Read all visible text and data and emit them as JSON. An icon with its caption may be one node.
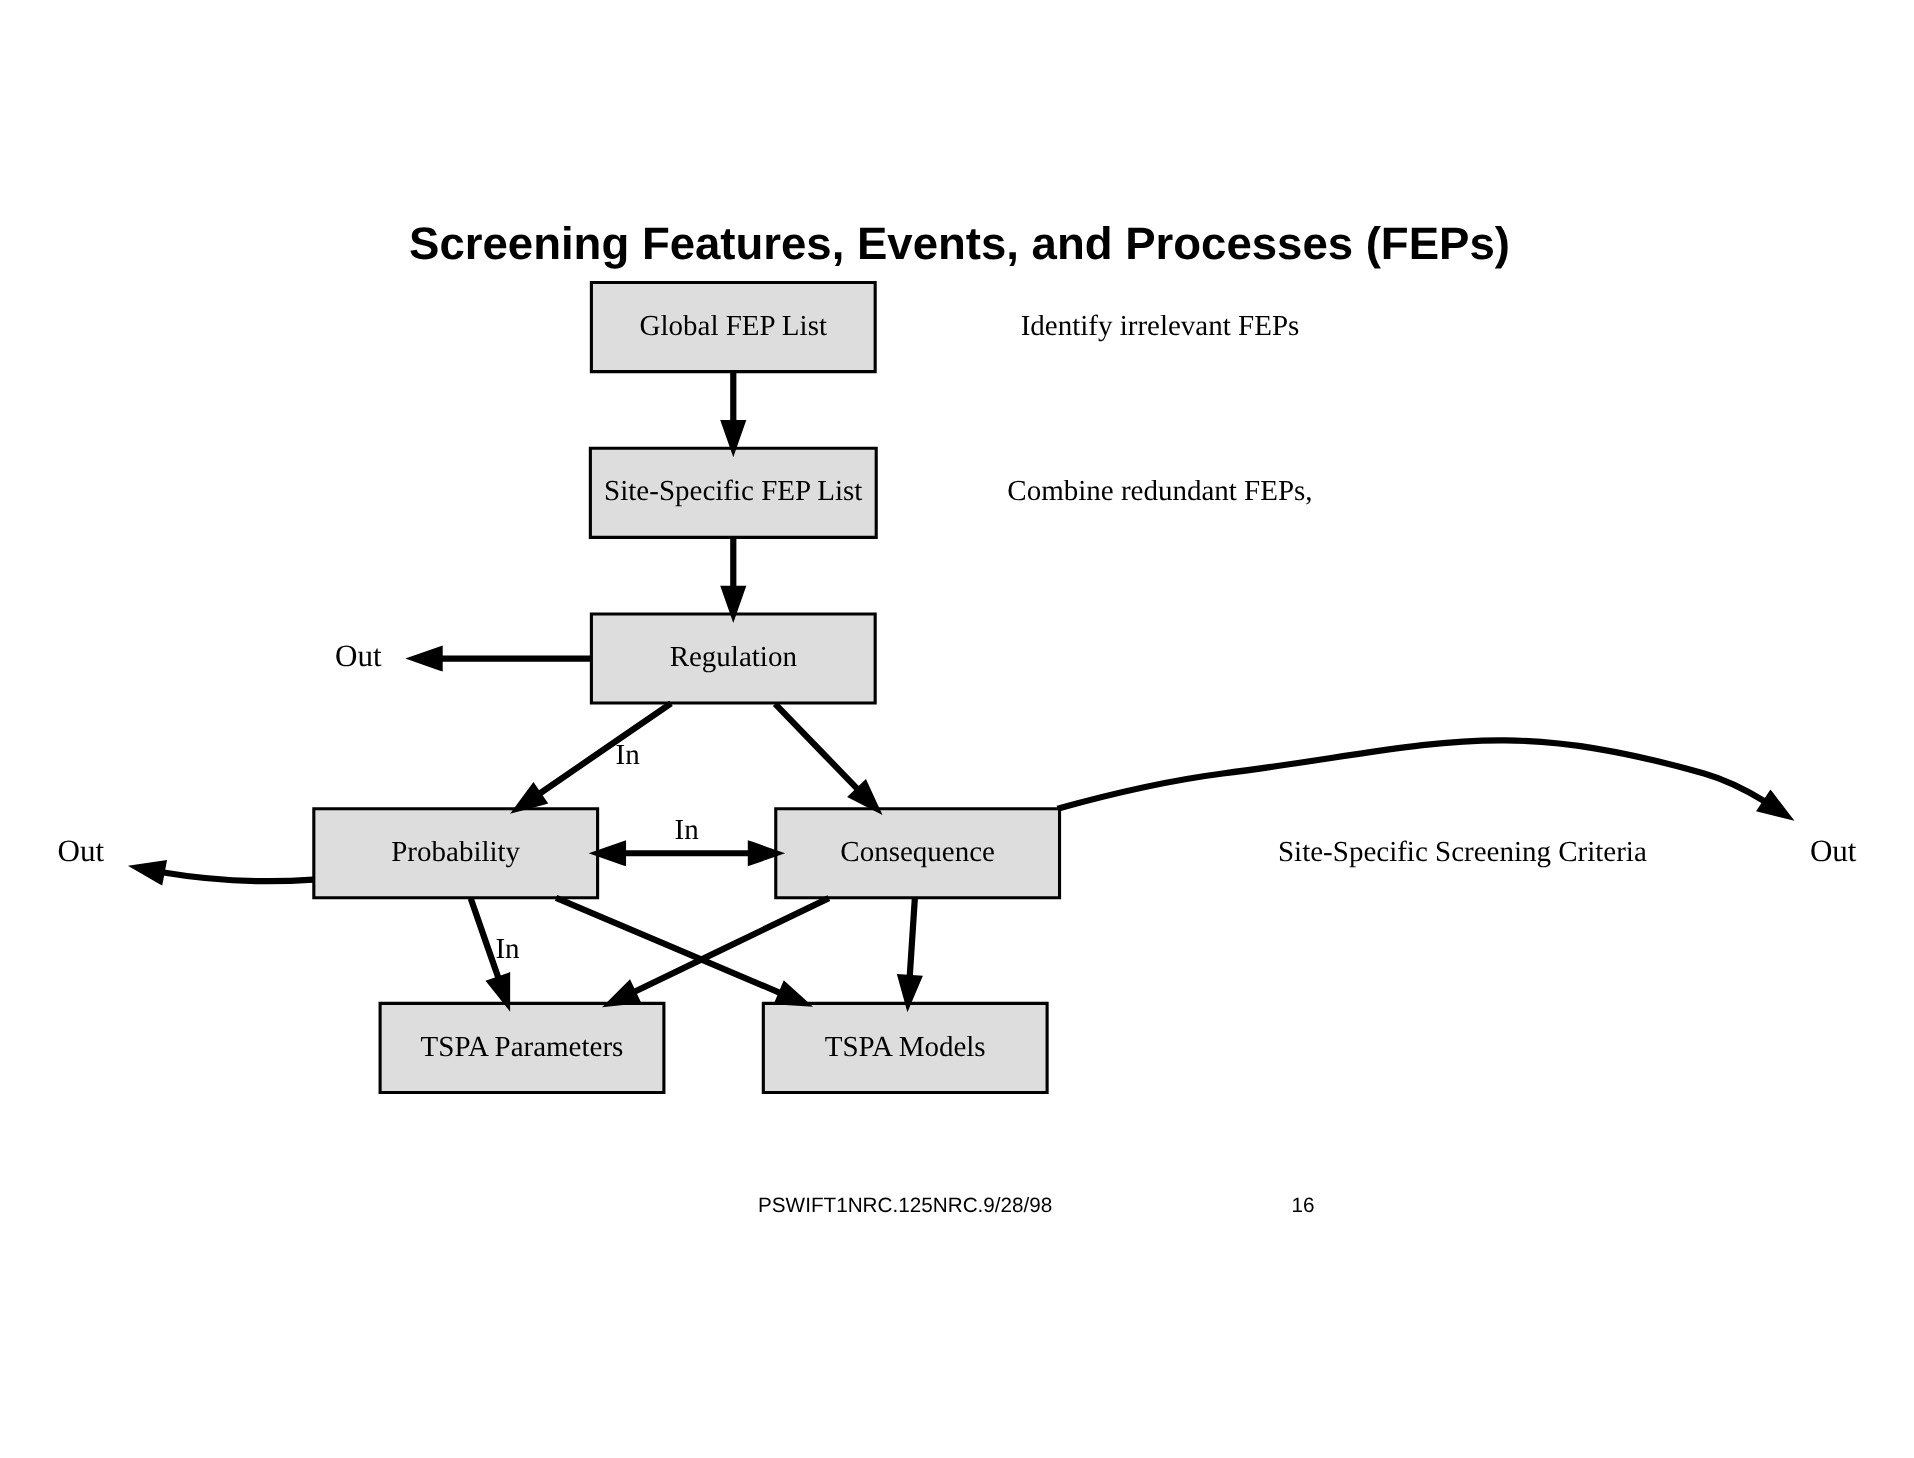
{
  "diagram": {
    "title": "Screening Features, Events, and Processes (FEPs)",
    "nodes": [
      {
        "text": [
          "Global FEP List"
        ]
      },
      {
        "text": [
          "Site-Specific FEP List"
        ]
      },
      {
        "text": [
          "Regulation"
        ]
      },
      {
        "text": [
          "Probability"
        ]
      },
      {
        "text": [
          "Consequence"
        ]
      },
      {
        "text": [
          "TSPA Parameters"
        ]
      },
      {
        "text": [
          "TSPA Models"
        ]
      },
      {
        "text": [
          "Out"
        ]
      },
      {
        "text": [
          "Out"
        ]
      },
      {
        "text": [
          "Out"
        ]
      }
    ],
    "edges": [
      {
        "from": 0,
        "to": 1,
        "arrow": "to"
      },
      {
        "from": 1,
        "to": 2,
        "arrow": "to"
      },
      {
        "from": 2,
        "to": 7,
        "arrow": "to"
      },
      {
        "from": 2,
        "to": 3,
        "arrow": "to",
        "label": "In"
      },
      {
        "from": 2,
        "to": 4,
        "arrow": "to"
      },
      {
        "from": 3,
        "to": 4,
        "arrow": "both",
        "label": "In"
      },
      {
        "from": 3,
        "to": 8,
        "arrow": "to"
      },
      {
        "from": 4,
        "to": 9,
        "arrow": "to"
      },
      {
        "from": 3,
        "to": 5,
        "arrow": "to",
        "label": "In"
      },
      {
        "from": 3,
        "to": 6,
        "arrow": "to"
      },
      {
        "from": 4,
        "to": 5,
        "arrow": "to"
      },
      {
        "from": 4,
        "to": 6,
        "arrow": "to"
      }
    ],
    "labels": [
      "Identify irrelevant FEPs",
      "Combine redundant FEPs,",
      "Site-Specific Screening Criteria",
      "PSWIFT1NRC.125NRC.9/28/98",
      "16"
    ]
  }
}
